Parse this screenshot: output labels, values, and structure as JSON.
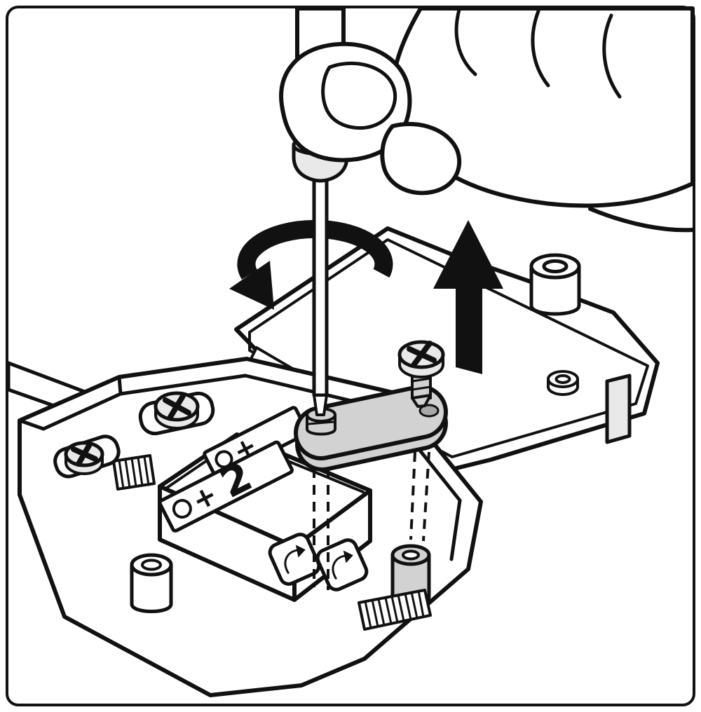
{
  "illustration": {
    "terminals": [
      {
        "symbol": "+",
        "number": ""
      },
      {
        "symbol": "+",
        "number": "2"
      }
    ],
    "icons": {
      "rotation_arrow": "counterclockwise-rotation-arrow",
      "lift_arrow": "up-arrow",
      "screw": "phillips-screw"
    },
    "colors": {
      "line": "#111111",
      "paper": "#ffffff",
      "metal_gray": "#d2d2d2",
      "light_gray": "#e9e9e9",
      "arrow_black": "#111111"
    }
  }
}
